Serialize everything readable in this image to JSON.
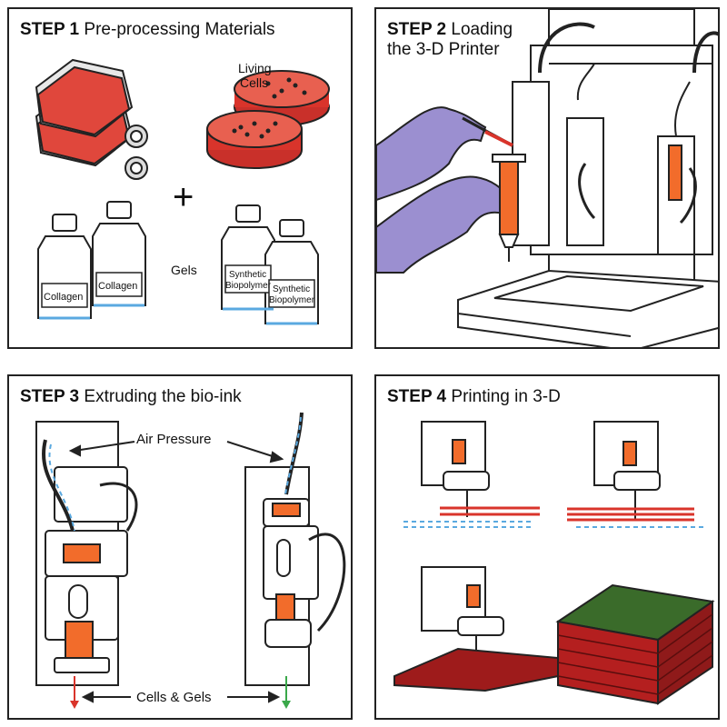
{
  "step1": {
    "step": "STEP 1",
    "title": "Pre-processing Materials",
    "living_cells": [
      "Living",
      "Cells"
    ],
    "plus": "+",
    "gels": "Gels",
    "bottle_collagen": "Collagen",
    "bottle_synthetic": [
      "Synthetic",
      "Biopolymer"
    ]
  },
  "step2": {
    "step": "STEP 2",
    "title_line1": "Loading",
    "title_line2": "the 3-D Printer"
  },
  "step3": {
    "step": "STEP 3",
    "title": "Extruding the bio-ink",
    "air_pressure": "Air Pressure",
    "cells_gels": "Cells & Gels"
  },
  "step4": {
    "step": "STEP 4",
    "title": "Printing in 3-D"
  },
  "colors": {
    "red": "#d9342b",
    "dark_red": "#9e1b1b",
    "orange": "#f26c2b",
    "purple": "#9b8fd0",
    "blue_dash": "#5aa9e0",
    "green": "#3aa84a",
    "outline": "#222222"
  }
}
